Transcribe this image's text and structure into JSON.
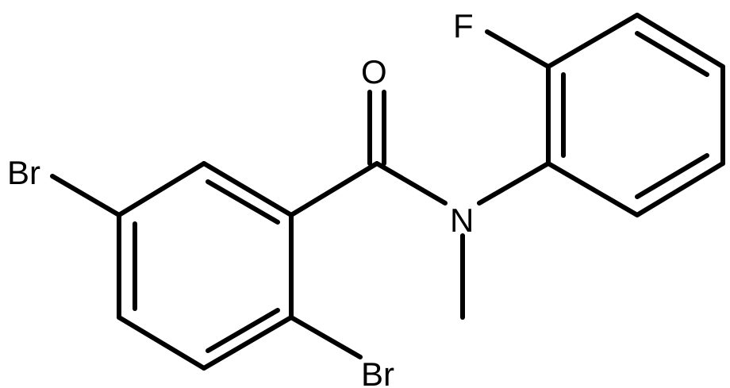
{
  "molecule": {
    "atoms": {
      "o": "O",
      "n": "N",
      "f": "F",
      "br5": "Br",
      "br2": "Br"
    }
  },
  "colors": {
    "bond": "#000000",
    "label": "#000000",
    "background": "#ffffff"
  }
}
